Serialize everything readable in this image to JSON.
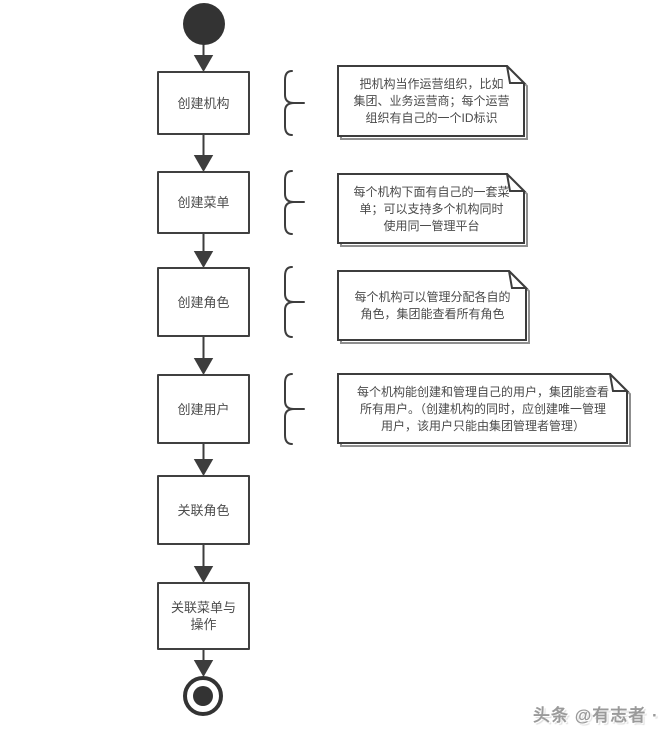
{
  "flow": {
    "start_node": "start",
    "end_node": "end",
    "steps": [
      {
        "label": "创建机构"
      },
      {
        "label": "创建菜单"
      },
      {
        "label": "创建角色"
      },
      {
        "label": "创建用户"
      },
      {
        "label": "关联角色"
      },
      {
        "label": "关联菜单与\n操作"
      }
    ],
    "notes": [
      {
        "text": "把机构当作运营组织，比如\n集团、业务运营商；每个运营\n组织有自己的一个ID标识"
      },
      {
        "text": "每个机构下面有自己的一套菜\n单；可以支持多个机构同时\n使用同一管理平台"
      },
      {
        "text": "每个机构可以管理分配各自的\n角色，集团能查看所有角色"
      },
      {
        "text": "每个机构能创建和管理自己的用户，集团能查看\n所有用户。（创建机构的同时，应创建唯一管理\n用户，该用户只能由集团管理者管理）"
      }
    ]
  },
  "watermark": {
    "text": "头条 @有志者 ·"
  },
  "colors": {
    "line": "#3d3d3d",
    "box_border": "#404040",
    "box_text": "#4d4d4d",
    "note_text": "#4a4a4a",
    "note_shadow": "#8f8f8f",
    "node_fill": "#333333",
    "background": "#ffffff"
  }
}
